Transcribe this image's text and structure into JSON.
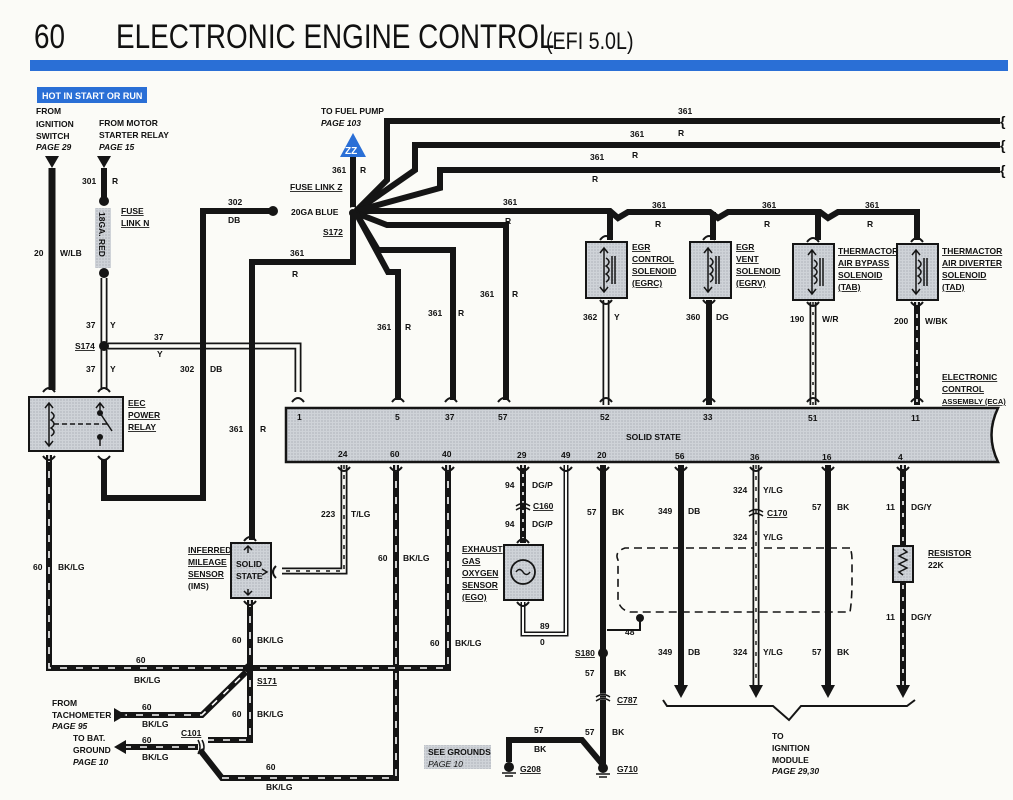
{
  "header": {
    "page_number": "60",
    "title": "ELECTRONIC ENGINE CONTROL",
    "subtitle": "(EFI 5.0L)",
    "accent_color": "#2a6fd6"
  },
  "badge": {
    "hot_label": "HOT IN START OR RUN"
  },
  "sources": {
    "ignition": [
      "FROM",
      "IGNITION",
      "SWITCH"
    ],
    "ignition_page": "PAGE 29",
    "starter": [
      "FROM  MOTOR",
      "STARTER RELAY"
    ],
    "starter_page": "PAGE 15",
    "fuel_pump": "TO FUEL PUMP",
    "fuel_pump_page": "PAGE 103",
    "fuel_pump_connector": "ZZ"
  },
  "fuse_links": {
    "n_label": [
      "FUSE",
      "LINK N"
    ],
    "n_wire": "18GA. RED",
    "z_label": "FUSE LINK Z",
    "z_wire": "20GA BLUE",
    "splice": "S172"
  },
  "wires": {
    "w301": {
      "num": "301",
      "color": "R"
    },
    "w20": {
      "num": "20",
      "color": "W/LB"
    },
    "w302": {
      "num": "302",
      "color": "DB"
    },
    "w361": {
      "num": "361",
      "color": "R"
    },
    "w37": {
      "num": "37",
      "color": "Y"
    },
    "w362": {
      "num": "362",
      "color": "Y"
    },
    "w360": {
      "num": "360",
      "color": "DG"
    },
    "w190": {
      "num": "190",
      "color": "W/R"
    },
    "w200": {
      "num": "200",
      "color": "W/BK"
    },
    "w223": {
      "num": "223",
      "color": "T/LG"
    },
    "w60": {
      "num": "60",
      "color": "BK/LG"
    },
    "w94": {
      "num": "94",
      "color": "DG/P"
    },
    "w89": {
      "num": "89"
    },
    "w0": {
      "num": "0"
    },
    "w57": {
      "num": "57",
      "color": "BK"
    },
    "w349": {
      "num": "349",
      "color": "DB"
    },
    "w324": {
      "num": "324",
      "color": "Y/LG"
    },
    "w11": {
      "num": "11",
      "color": "DG/Y"
    },
    "w48": {
      "num": "48"
    }
  },
  "splices": {
    "s174": "S174",
    "s171": "S171",
    "s180": "S180"
  },
  "connectors": {
    "c160": "C160",
    "c170": "C170",
    "c101": "C101",
    "c787": "C787"
  },
  "grounds": {
    "g208": "G208",
    "g710": "G710",
    "see_grounds": "SEE GROUNDS",
    "see_grounds_page": "PAGE 10"
  },
  "components": {
    "eec_relay": [
      "EEC",
      "POWER",
      "RELAY"
    ],
    "egrc": [
      "EGR",
      "CONTROL",
      "SOLENOID",
      "(EGRC)"
    ],
    "egrv": [
      "EGR",
      "VENT",
      "SOLENOID",
      "(EGRV)"
    ],
    "tab": [
      "THERMACTOR",
      "AIR BYPASS",
      "SOLENOID",
      "(TAB)"
    ],
    "tad": [
      "THERMACTOR",
      "AIR DIVERTER",
      "SOLENOID",
      "(TAD)"
    ],
    "eca": [
      "ELECTRONIC",
      "CONTROL",
      "ASSEMBLY (ECA)"
    ],
    "eca_body": "SOLID STATE",
    "ims": [
      "INFERRED",
      "MILEAGE",
      "SENSOR",
      "(IMS)"
    ],
    "ims_body": [
      "SOLID",
      "STATE"
    ],
    "ego": [
      "EXHAUST",
      "GAS",
      "OXYGEN",
      "SENSOR",
      "(EGO)"
    ],
    "resistor": [
      "RESISTOR",
      "22K"
    ]
  },
  "eca_pins": {
    "top": [
      "1",
      "5",
      "37",
      "57",
      "52",
      "33",
      "51",
      "11"
    ],
    "bottom": [
      "24",
      "60",
      "40",
      "29",
      "49",
      "20",
      "56",
      "36",
      "16",
      "4"
    ]
  },
  "destinations": {
    "tach": [
      "FROM",
      "TACHOMETER"
    ],
    "tach_page": "PAGE 95",
    "bat": [
      "TO  BAT.",
      "GROUND"
    ],
    "bat_page": "PAGE 10",
    "ignition_module": [
      "TO",
      "IGNITION",
      "MODULE"
    ],
    "ignition_module_page": "PAGE 29,30"
  }
}
